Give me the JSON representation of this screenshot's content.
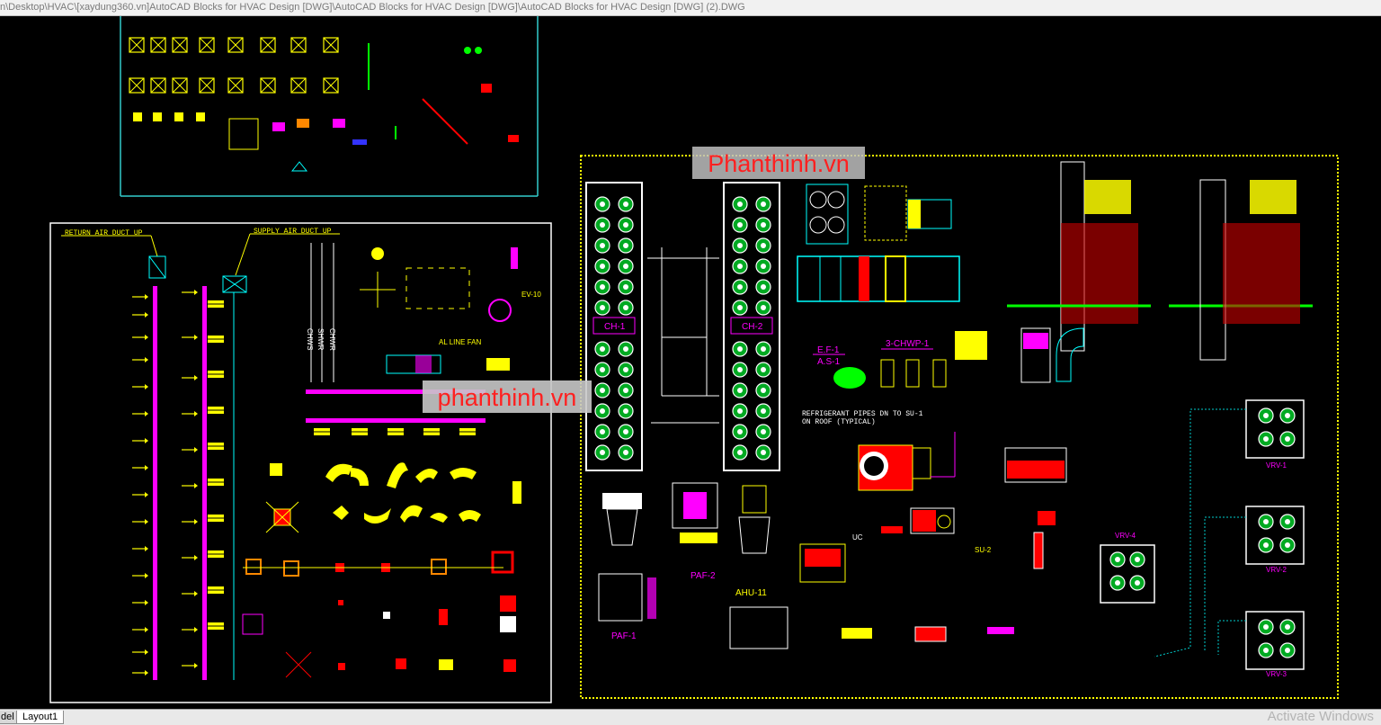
{
  "window": {
    "title": "n\\Desktop\\HVAC\\[xaydung360.vn]AutoCAD Blocks for HVAC Design [DWG]\\AutoCAD Blocks for HVAC Design [DWG]\\AutoCAD Blocks for HVAC Design [DWG] (2).DWG"
  },
  "watermarks": [
    "Phanthinh.vn",
    "phanthinh.vn"
  ],
  "drawing": {
    "labels": {
      "return_duct": "RETURN AIR DUCT UP",
      "supply_duct": "SUPPLY AIR DUCT UP",
      "chws": "CHWS",
      "shwr": "SHWR",
      "chwr": "CHWR",
      "al_line_fan": "AL LINE FAN",
      "ev10": "EV-10",
      "ch1": "CH-1",
      "ch2": "CH-2",
      "ef1": "E.F-1",
      "as1": "A.S-1",
      "chwp": "3-CHWP-1",
      "refrigerant1": "REFRIGERANT PIPES DN TO SU-1",
      "refrigerant2": "ON ROOF (TYPICAL)",
      "paf1": "PAF-1",
      "paf2": "PAF-2",
      "ahu11": "AHU-11",
      "uc": "UC",
      "su2": "SU-2",
      "vrv1": "VRV-1",
      "vrv2": "VRV-2",
      "vrv3": "VRV-3",
      "vrv4": "VRV-4"
    }
  },
  "tabs": {
    "model": "del",
    "layout1": "Layout1"
  },
  "os_notice": "Activate Windows",
  "colors": {
    "yellow": "#ffff00",
    "magenta": "#ff00ff",
    "cyan": "#00ffff",
    "red": "#ff0000",
    "green": "#00ff00",
    "white": "#ffffff"
  }
}
